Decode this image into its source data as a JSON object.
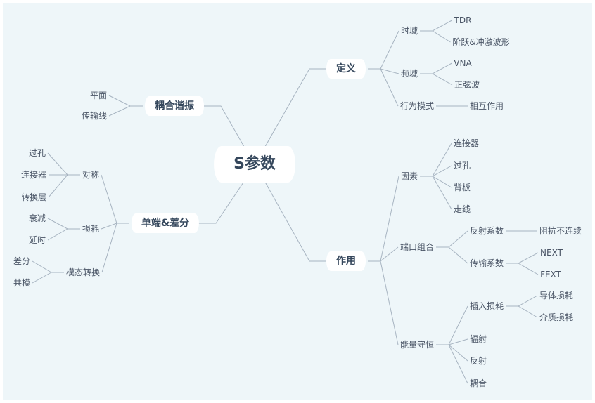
{
  "mindmap": {
    "root": {
      "label": "S参数",
      "right": [
        {
          "label": "定义",
          "children": [
            {
              "label": "时域",
              "children": [
                {
                  "label": "TDR"
                },
                {
                  "label": "阶跃&冲激波形"
                }
              ]
            },
            {
              "label": "频域",
              "children": [
                {
                  "label": "VNA"
                },
                {
                  "label": "正弦波"
                }
              ]
            },
            {
              "label": "行为模式",
              "children": [
                {
                  "label": "相互作用"
                }
              ]
            }
          ]
        },
        {
          "label": "作用",
          "children": [
            {
              "label": "因素",
              "children": [
                {
                  "label": "连接器"
                },
                {
                  "label": "过孔"
                },
                {
                  "label": "背板"
                },
                {
                  "label": "走线"
                }
              ]
            },
            {
              "label": "端口组合",
              "children": [
                {
                  "label": "反射系数",
                  "children": [
                    {
                      "label": "阻抗不连续"
                    }
                  ]
                },
                {
                  "label": "传输系数",
                  "children": [
                    {
                      "label": "NEXT"
                    },
                    {
                      "label": "FEXT"
                    }
                  ]
                }
              ]
            },
            {
              "label": "能量守恒",
              "children": [
                {
                  "label": "插入损耗",
                  "children": [
                    {
                      "label": "导体损耗"
                    },
                    {
                      "label": "介质损耗"
                    }
                  ]
                },
                {
                  "label": "辐射"
                },
                {
                  "label": "反射"
                },
                {
                  "label": "耦合"
                }
              ]
            }
          ]
        }
      ],
      "left": [
        {
          "label": "耦合谐振",
          "children": [
            {
              "label": "平面"
            },
            {
              "label": "传输线"
            }
          ]
        },
        {
          "label": "单端&差分",
          "children": [
            {
              "label": "对称",
              "children": [
                {
                  "label": "过孔"
                },
                {
                  "label": "连接器"
                },
                {
                  "label": "转换层"
                }
              ]
            },
            {
              "label": "损耗",
              "children": [
                {
                  "label": "衰减"
                },
                {
                  "label": "延时"
                }
              ]
            },
            {
              "label": "模态转换",
              "children": [
                {
                  "label": "差分"
                },
                {
                  "label": "共模"
                }
              ]
            }
          ]
        }
      ]
    }
  }
}
